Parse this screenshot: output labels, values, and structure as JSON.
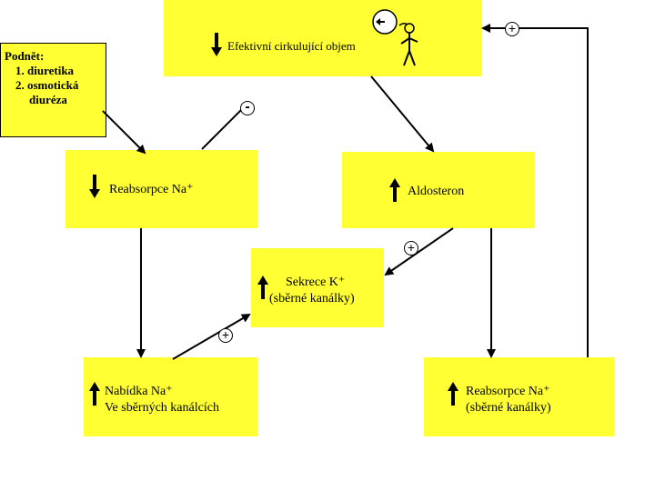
{
  "colors": {
    "box": "#ffff33",
    "line": "#000000"
  },
  "stimulus": {
    "title": "Podnět:",
    "item1": "1. diuretika",
    "item2": "2. osmotická",
    "item3": "diuréza"
  },
  "nodes": {
    "ecv": {
      "label": "Efektivní cirkulující objem",
      "direction": "down"
    },
    "na_reabs": {
      "label": "Reabsorpce Na⁺",
      "direction": "down"
    },
    "aldo": {
      "label": "Aldosteron",
      "direction": "up"
    },
    "k_secr": {
      "line1": "Sekrece K⁺",
      "line2": "(sběrné kanálky)",
      "direction": "up"
    },
    "na_supply": {
      "line1": "Nabídka Na⁺",
      "line2": "Ve sběrných kanálcích",
      "direction": "up"
    },
    "na_reabs_cd": {
      "line1": "Reabsorpce Na⁺",
      "line2": "(sběrné kanálky)",
      "direction": "up"
    }
  },
  "signs": {
    "minus_ecv_na": "-",
    "plus_feedback": "+",
    "plus_aldo_k": "+",
    "plus_supply_k": "+"
  },
  "icons": [
    "down-arrow-icon",
    "up-arrow-icon",
    "running-figure-icon",
    "clock-icon"
  ]
}
